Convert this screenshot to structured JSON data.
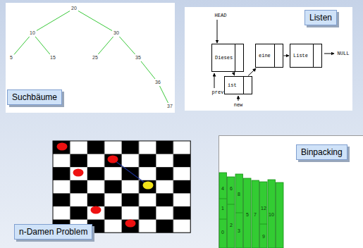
{
  "diagram": {
    "nodes": [
      {
        "text": [
          "20"
        ]
      },
      {
        "text": [
          "10"
        ]
      },
      {
        "text": [
          "30"
        ]
      },
      {
        "text": [
          "5"
        ]
      },
      {
        "text": [
          "15"
        ]
      },
      {
        "text": [
          "25"
        ]
      },
      {
        "text": [
          "35"
        ]
      },
      {
        "text": [
          "36"
        ]
      },
      {
        "text": [
          "37"
        ]
      },
      {
        "text": [
          "Suchbäume"
        ]
      },
      {
        "text": [
          "Listen"
        ]
      },
      {
        "text": [
          "Dieses"
        ]
      },
      {
        "text": [
          "ist"
        ]
      },
      {
        "text": [
          "eine"
        ]
      },
      {
        "text": [
          "Liste"
        ]
      },
      {
        "text": [
          "Binpacking"
        ]
      },
      {
        "text": [
          "n-Damen Problem"
        ]
      }
    ],
    "edges": [
      {
        "from": 0,
        "to": 1,
        "arrow": "none"
      },
      {
        "from": 0,
        "to": 2,
        "arrow": "none"
      },
      {
        "from": 1,
        "to": 3,
        "arrow": "none"
      },
      {
        "from": 1,
        "to": 4,
        "arrow": "none"
      },
      {
        "from": 2,
        "to": 5,
        "arrow": "none"
      },
      {
        "from": 2,
        "to": 6,
        "arrow": "none"
      },
      {
        "from": 6,
        "to": 7,
        "arrow": "none"
      },
      {
        "from": 7,
        "to": 8,
        "arrow": "none"
      },
      {
        "from": 11,
        "to": 12,
        "arrow": "to"
      },
      {
        "from": 12,
        "to": 13,
        "arrow": "to"
      },
      {
        "from": 13,
        "to": 14,
        "arrow": "to"
      }
    ],
    "labels": [
      "HEAD",
      "prev",
      "new",
      "NULL",
      "4",
      "1",
      "0",
      "6",
      "2",
      "8",
      "3",
      "5",
      "7",
      "12",
      "9",
      "10"
    ]
  }
}
